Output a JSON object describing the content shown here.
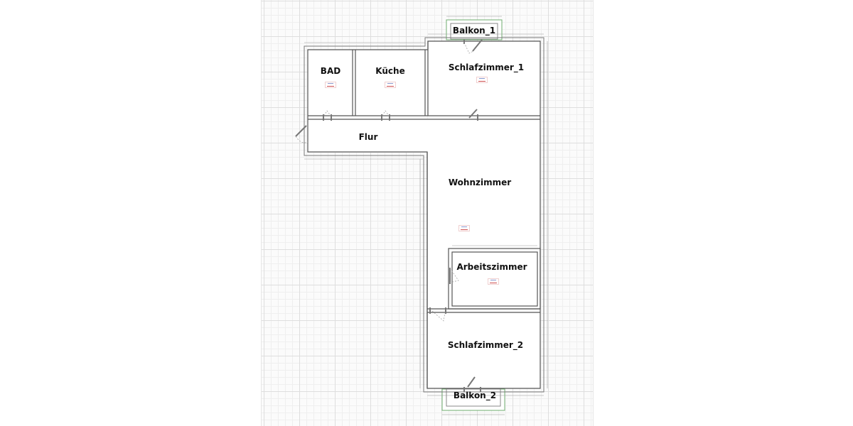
{
  "plan": {
    "colors": {
      "wall": "#555555",
      "balcony_outline": "#6fae6f",
      "grid_major": "#dedede",
      "grid_minor": "#efefef",
      "label": "#111111"
    },
    "rooms": [
      {
        "id": "bad",
        "label": "BAD"
      },
      {
        "id": "kueche",
        "label": "Küche"
      },
      {
        "id": "schlafzimmer_1",
        "label": "Schlafzimmer_1"
      },
      {
        "id": "flur",
        "label": "Flur"
      },
      {
        "id": "wohnzimmer",
        "label": "Wohnzimmer"
      },
      {
        "id": "arbeitszimmer",
        "label": "Arbeitszimmer"
      },
      {
        "id": "schlafzimmer_2",
        "label": "Schlafzimmer_2"
      },
      {
        "id": "balkon_1",
        "label": "Balkon_1"
      },
      {
        "id": "balkon_2",
        "label": "Balkon_2"
      }
    ]
  }
}
